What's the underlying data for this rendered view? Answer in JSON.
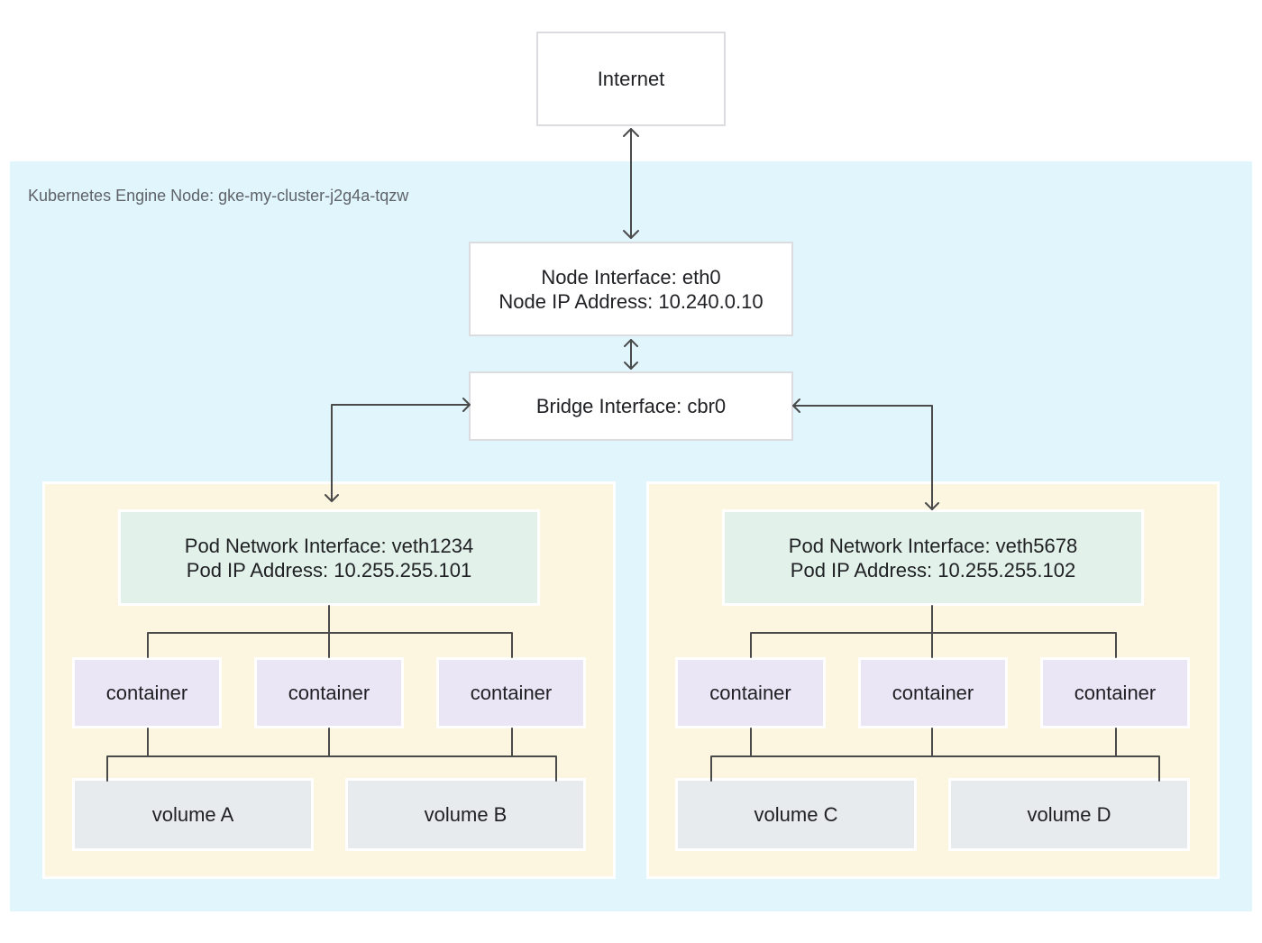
{
  "internet": {
    "label": "Internet"
  },
  "node": {
    "label": "Kubernetes Engine Node: gke-my-cluster-j2g4a-tqzw"
  },
  "node_interface": {
    "line1": "Node Interface: eth0",
    "line2": "Node IP Address: 10.240.0.10"
  },
  "bridge": {
    "label": "Bridge Interface: cbr0"
  },
  "pods": [
    {
      "interface_line1": "Pod Network Interface: veth1234",
      "interface_line2": "Pod IP Address: 10.255.255.101",
      "containers": [
        "container",
        "container",
        "container"
      ],
      "volumes": [
        "volume A",
        "volume B"
      ]
    },
    {
      "interface_line1": "Pod Network Interface: veth5678",
      "interface_line2": "Pod IP Address: 10.255.255.102",
      "containers": [
        "container",
        "container",
        "container"
      ],
      "volumes": [
        "volume C",
        "volume D"
      ]
    }
  ]
}
